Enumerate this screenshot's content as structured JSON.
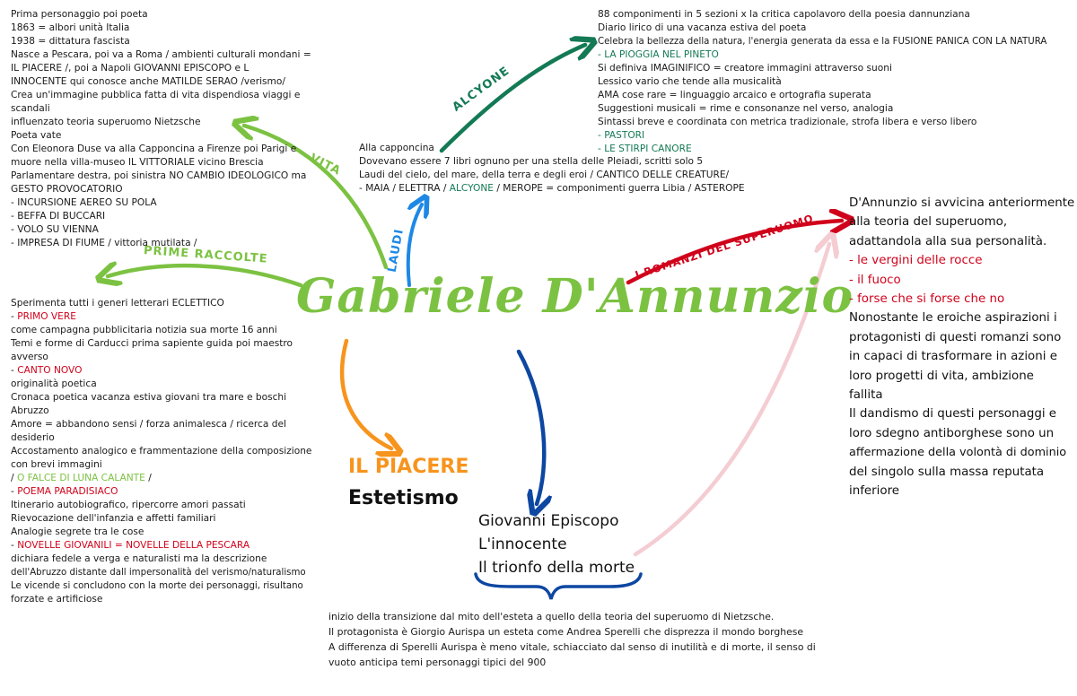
{
  "title": "Gabriele D'Annunzio",
  "colors": {
    "green": "#7cc242",
    "blue": "#1e88e5",
    "teal": "#137a55",
    "red": "#d0021b",
    "orange": "#f7941d",
    "navy": "#0d47a1",
    "pink": "#f4cdd3"
  },
  "labels": {
    "vita": "VITA",
    "prime_raccolte": "PRIME RACCOLTE",
    "laudi": "LAUDI",
    "alcyone": "ALCYONE",
    "romanzi": "I ROMANZI DEL SUPERUOMO"
  },
  "vita_lines": [
    "Prima personaggio poi poeta",
    "1863 = albori unità Italia",
    "1938 = dittatura fascista",
    "Nasce a Pescara, poi va a Roma / ambienti culturali mondani =",
    "IL PIACERE /, poi a Napoli GIOVANNI EPISCOPO e L",
    "INNOCENTE qui conosce anche MATILDE SERAO /verismo/",
    "Crea un'immagine pubblica fatta di vita dispendiosa viaggi e",
    "scandali",
    "influenzato teoria superuomo Nietzsche",
    "Poeta vate",
    "Con Eleonora Duse va alla Capponcina a Firenze poi Parigi e",
    "muore nella villa-museo IL VITTORIALE vicino Brescia",
    "Parlamentare destra, poi sinistra NO CAMBIO IDEOLOGICO ma",
    "GESTO PROVOCATORIO",
    "- INCURSIONE AEREO SU POLA",
    "- BEFFA DI BUCCARI",
    "- VOLO SU VIENNA",
    "- IMPRESA DI FIUME / vittoria mutilata /"
  ],
  "alcyone_lines": [
    "88 componimenti in 5 sezioni x la critica capolavoro della poesia dannunziana",
    "Diario lirico di una vacanza estiva del poeta",
    "Celebra la bellezza della natura, l'energia generata da essa e la FUSIONE PANICA CON LA NATURA",
    "- LA PIOGGIA NEL PINETO",
    "Si definiva IMAGINIFICO = creatore immagini attraverso suoni",
    "Lessico vario che tende alla musicalità",
    "AMA cose rare = linguaggio arcaico e ortografia superata",
    "Suggestioni musicali = rime e consonanze nel verso, analogia",
    "Sintassi breve e coordinata con metrica tradizionale, strofa libera e verso libero",
    "- PASTORI",
    "- LE STIRPI CANORE"
  ],
  "laudi_lines": {
    "l1": "Alla capponcina",
    "l2": "Dovevano essere 7 libri ognuno per una stella delle Pleiadi, scritti solo 5",
    "l3": "Laudi del cielo, del mare, della terra e degli eroi / CANTICO DELLE CREATURE/",
    "l4a": "- MAIA / ELETTRA / ",
    "l4b": "ALCYONE",
    "l4c": " / MEROPE = componimenti guerra Libia / ASTEROPE"
  },
  "prime": {
    "l1": "Sperimenta tutti i generi letterari ECLETTICO",
    "l2a": "- ",
    "l2b": "PRIMO VERE",
    "l3": "come campagna pubblicitaria notizia sua morte 16 anni",
    "l4": "Temi e forme di Carducci prima sapiente guida poi maestro",
    "l5": "avverso",
    "l6a": "- ",
    "l6b": "CANTO NOVO",
    "l7": "originalità poetica",
    "l8": "Cronaca poetica vacanza estiva giovani tra mare e boschi",
    "l9": "Abruzzo",
    "l10": "Amore = abbandono sensi / forza animalesca / ricerca del",
    "l11": "desiderio",
    "l12": "Accostamento analogico e frammentazione della composizione",
    "l13": "con brevi immagini",
    "l14a": "/ ",
    "l14b": "O FALCE DI LUNA CALANTE",
    "l14c": " /",
    "l15a": "- ",
    "l15b": "POEMA PARADISIACO",
    "l16": "Itinerario autobiografico, ripercorre amori passati",
    "l17": "Rievocazione dell'infanzia e affetti familiari",
    "l18": "Analogie segrete tra le cose",
    "l19a": "- ",
    "l19b": "NOVELLE GIOVANILI = NOVELLE DELLA PESCARA",
    "l20": "dichiara fedele a verga e naturalisti ma la descrizione",
    "l21": "dell'Abruzzo distante dall impersonalità del verismo/naturalismo",
    "l22": "Le vicende si concludono con la morte dei personaggi, risultano",
    "l23": "forzate e artificiose"
  },
  "piacere": {
    "title": "IL PIACERE",
    "subtitle": "Estetismo"
  },
  "novels": [
    "Giovanni Episcopo",
    "L'innocente",
    "Il trionfo della morte"
  ],
  "transition_lines": [
    "inizio della transizione dal mito dell'esteta a quello della teoria del superuomo di Nietzsche.",
    "Il protagonista è Giorgio Aurispa un esteta come Andrea Sperelli che disprezza il mondo borghese",
    "A differenza di Sperelli Aurispa è meno vitale, schiacciato dal senso di inutilità e di morte, il senso di",
    "vuoto anticipa temi personaggi tipici del 900"
  ],
  "superuomo": {
    "l1": "D'Annunzio si avvicina anteriormente",
    "l2": "alla teoria del superuomo,",
    "l3": "adattandola alla sua personalità.",
    "l4": "- le vergini delle rocce",
    "l5": "- il fuoco",
    "l6": "- forse che si forse che no",
    "l7": "Nonostante le eroiche aspirazioni i",
    "l8": "protagonisti di questi romanzi sono",
    "l9": "in capaci di trasformare in azioni e",
    "l10": "loro progetti di vita, ambizione",
    "l11": "fallita",
    "l12": "Il dandismo di questi personaggi e",
    "l13": "loro sdegno antiborghese sono un",
    "l14": "affermazione della volontà di dominio",
    "l15": "del singolo sulla massa reputata",
    "l16": "inferiore"
  }
}
